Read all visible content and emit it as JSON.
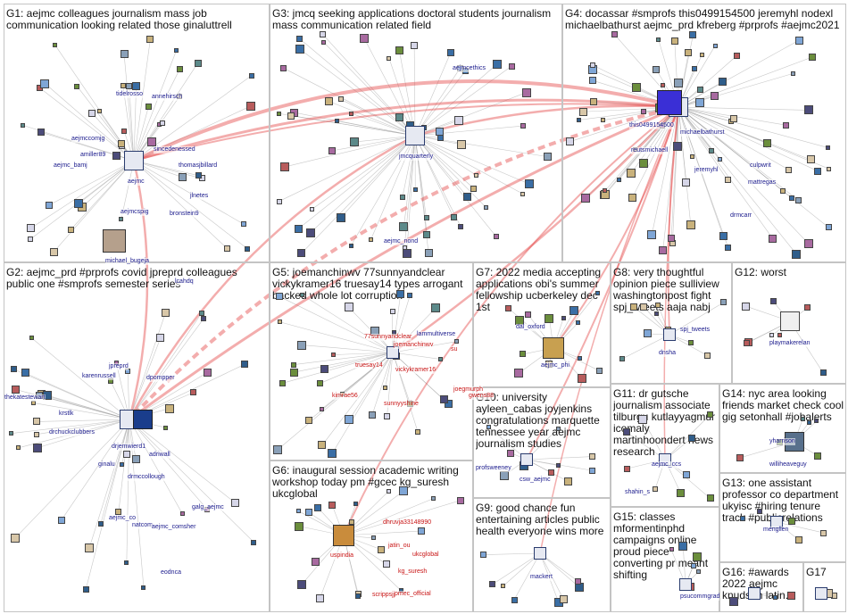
{
  "groups": [
    {
      "id": "g1",
      "title": "G1: aejmc colleagues journalism mass job communication looking related those ginaluttrell"
    },
    {
      "id": "g3",
      "title": "G3: jmcq seeking applications doctoral students journalism mass communication related field"
    },
    {
      "id": "g4",
      "title": "G4: docassar #smprofs this0499154500 jeremyhl nodexl michaelbathurst aejmc_prd kfreberg #prprofs #aejmc2021"
    },
    {
      "id": "g2",
      "title": "G2: aejmc_prd #prprofs covid jpreprd colleagues public one #smprofs semester series"
    },
    {
      "id": "g5",
      "title": "G5: joemanchinwv 77sunnyandclear vickykramer16 truesay14 types arrogant backed whole lot corruption"
    },
    {
      "id": "g7",
      "title": "G7: 2022 media accepting applications obi's summer fellowship ucberkeley dec 1st"
    },
    {
      "id": "g8",
      "title": "G8: very thoughtful opinion piece sulliview washingtonpost fight spj_tweets aaja nabj"
    },
    {
      "id": "g12",
      "title": "G12: worst"
    },
    {
      "id": "g10",
      "title": "G10: university ayleen_cabas joyjenkins congratulations marquette tennessee year aejmc journalism studies"
    },
    {
      "id": "g11",
      "title": "G11: dr gutsche journalism associate tilburgu kutlayyagmur icomaly martinhoondert news research"
    },
    {
      "id": "g14",
      "title": "G14: nyc area looking friends market check cool gig setonhall #jobalerts"
    },
    {
      "id": "g6",
      "title": "G6: inaugural session academic writing workshop today pm #gcec kg_suresh ukcglobal"
    },
    {
      "id": "g9",
      "title": "G9: good chance fun entertaining articles public health everyone wins more"
    },
    {
      "id": "g13",
      "title": "G13: one assistant professor co department ukyisc #hiring tenure track #publicrelations"
    },
    {
      "id": "g15",
      "title": "G15: classes mformentinphd campaigns online proud piece converting pr meant shifting"
    },
    {
      "id": "g16",
      "title": "G16: #awards 2022 aejmc knudson latin..."
    },
    {
      "id": "g17",
      "title": "G17"
    }
  ],
  "node_labels": {
    "g1": [
      "tidelrosso",
      "annehirsch",
      "aejmccomjg",
      "amiller89",
      "aejmc_bamj",
      "aejmc",
      "sincedenessed",
      "thomasjbillard",
      "aejmcspig",
      "jlnetes",
      "bronstein9",
      "michael_bugeja",
      "lcahdq"
    ],
    "g3": [
      "aejmcethics",
      "jmcquarterly",
      "aejmc_nond"
    ],
    "g4": [
      "this0499154500",
      "michaelbathurst",
      "reutsmichaell",
      "jeremyhl",
      "culpwrit",
      "mattregas",
      "drmcarr"
    ],
    "g2": [
      "jpreprd",
      "karenrussell",
      "dpompper",
      "thekatestewart",
      "krstlk",
      "drchuckclubbers",
      "drjemwierd1",
      "adriwall",
      "ginalu",
      "drmccollough",
      "aejmc_co",
      "natcom",
      "aejmc_comsher",
      "galg_aejmc",
      "eodnca"
    ],
    "g5": [
      "lammultiverse",
      "77sunnyandclear",
      "joemanchinwv",
      "su",
      "truesay14",
      "vickykramer16",
      "joegmurph",
      "kimrae56",
      "sunnyyshine",
      "gwens88"
    ],
    "g7": [
      "dal_oxford",
      "aejmc_phi"
    ],
    "g8": [
      "dnsha",
      "spj_tweets"
    ],
    "g12": [
      "playmakerelan"
    ],
    "g10": [
      "profsweeney",
      "csw_aejmc"
    ],
    "g11": [
      "shahin_s",
      "aejmc_ccs"
    ],
    "g14": [
      "yharrison",
      "williheaveguy"
    ],
    "g6": [
      "uspindia",
      "dhruvja33148990",
      "jatin_ou",
      "ukcglobal",
      "kg_suresh",
      "scrippsjj",
      "pmec_official"
    ],
    "g9": [
      "mackert"
    ],
    "g13": [
      "mengllen"
    ],
    "g15": [
      "psucommgrad"
    ]
  },
  "colors": {
    "border": "#c4c4c4",
    "edge_gray": "#9a9a9a",
    "edge_red": "#e23c3c",
    "label_blue": "#1a1a8c"
  }
}
